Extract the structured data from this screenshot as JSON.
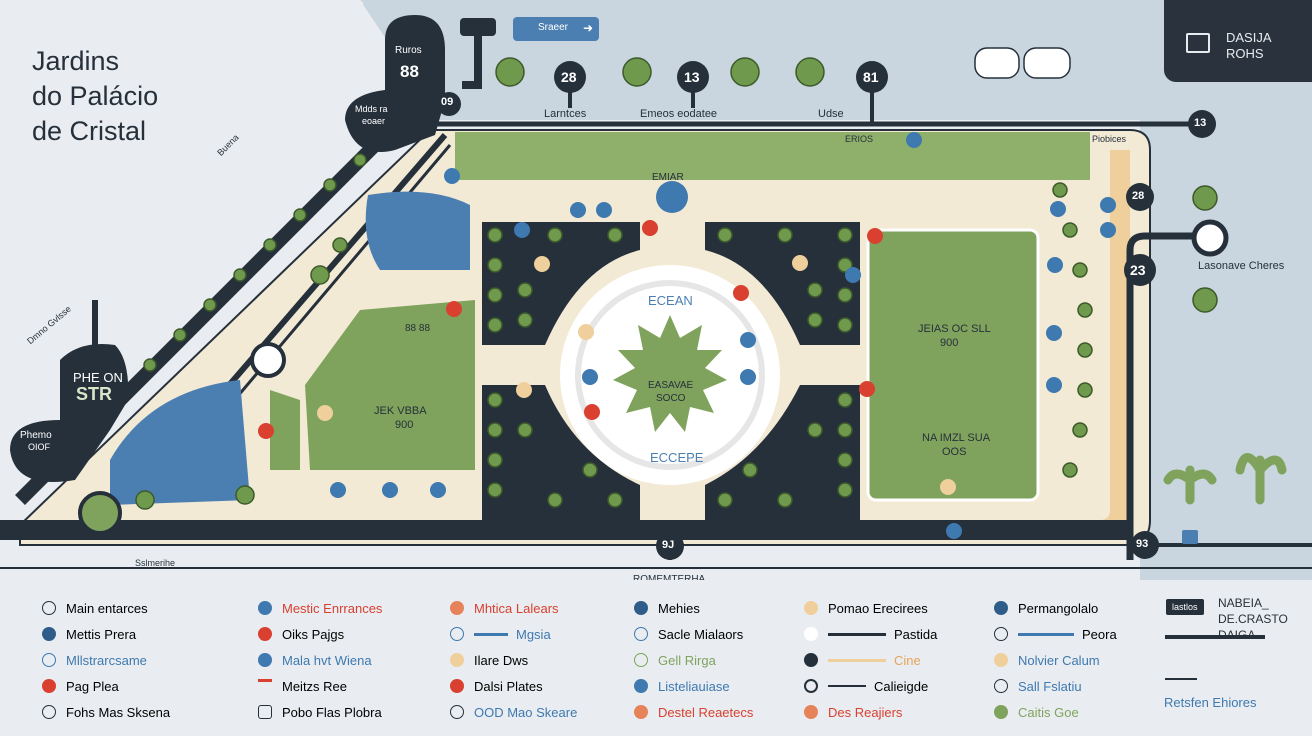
{
  "title": {
    "line1": "Jardins",
    "line2": "do Palácio",
    "line3": "de Cristal"
  },
  "corner": {
    "line1": "DASIJA",
    "line2": "ROHS"
  },
  "top_button": {
    "label": "Sraeer"
  },
  "labels": {
    "top_road_1": "Larntces",
    "top_road_2": "Emeos eodatee",
    "top_road_3": "Udse",
    "diag_road_1": "Buena",
    "diag_road_2": "Dmno Gvlsse",
    "bottom_road_1": "Sslmerihe",
    "bottom_road_2": "ROMEMTERHA",
    "right_label": "Lasonave Cheres",
    "left_box_1": "Ruros",
    "left_box_2": "Mdds ra",
    "left_box_3": "eoaer",
    "left_box_4": "PHE ON",
    "left_box_5": "STR",
    "left_box_6": "Phemo",
    "left_box_7": "OIOF",
    "center_top": "ECEAN",
    "center_mid_1": "EASAVAE",
    "center_mid_2": "SOCO",
    "center_bottom": "ECCEPE",
    "top_circle": "EMIAR",
    "lawn_left_1": "JEK VBBA",
    "lawn_left_2": "900",
    "lawn_right_1": "JEIAS OC SLL",
    "lawn_right_2": "900",
    "lawn_right_3": "NA IMZL SUA",
    "lawn_right_4": "OOS",
    "lawn_left_code": "88 88",
    "top_right_label": "Piobices",
    "top_mid_label": "ERIOS"
  },
  "pins": [
    {
      "label": "88"
    },
    {
      "label": "09"
    },
    {
      "label": "28"
    },
    {
      "label": "13"
    },
    {
      "label": "81"
    },
    {
      "label": "13"
    },
    {
      "label": "28"
    },
    {
      "label": "23"
    },
    {
      "label": "9J"
    },
    {
      "label": "93"
    }
  ],
  "legend": {
    "col1": [
      "Main entarces",
      "Mettis Prera",
      "Mllstrarcsame",
      "Pag Plea",
      "Fohs Mas Sksena"
    ],
    "col2": [
      "Mestic Enrrances",
      "Oiks Pajgs",
      "Mala hvt Wiena",
      "Meitzs Ree",
      "Pobo Flas Plobra"
    ],
    "col3": [
      "Mhtica Lalears",
      "Mgsia",
      "Ilare Dws",
      "Dalsi Plates",
      "OOD Mao Skeare"
    ],
    "col4": [
      "Mehies",
      "Sacle Mialaors",
      "Gell Rirga",
      "Listeliauiase",
      "Destel Reaetecs"
    ],
    "col5": [
      "Pomao Erecirees",
      "Pastida",
      "Cine",
      "Calieigde",
      "Des Reajiers"
    ],
    "col6": [
      "Permangolalo",
      "Peora",
      "Nolvier Calum",
      "Sall Fslatiu",
      "Caitis Goe"
    ],
    "col7": [
      "lastlos",
      "NABEIA_",
      "DE.CRASTO",
      "DAIGA",
      "Retsfen Ehiores"
    ]
  },
  "colors": {
    "road": "#26303b",
    "lawn": "#7fa35c",
    "water": "#4c7fb1",
    "path": "#f3ead6",
    "sand": "#efcf9b",
    "red": "#d9402f",
    "orange": "#e7835a",
    "blue": "#3e79b0",
    "sea": "#c9d6df"
  }
}
